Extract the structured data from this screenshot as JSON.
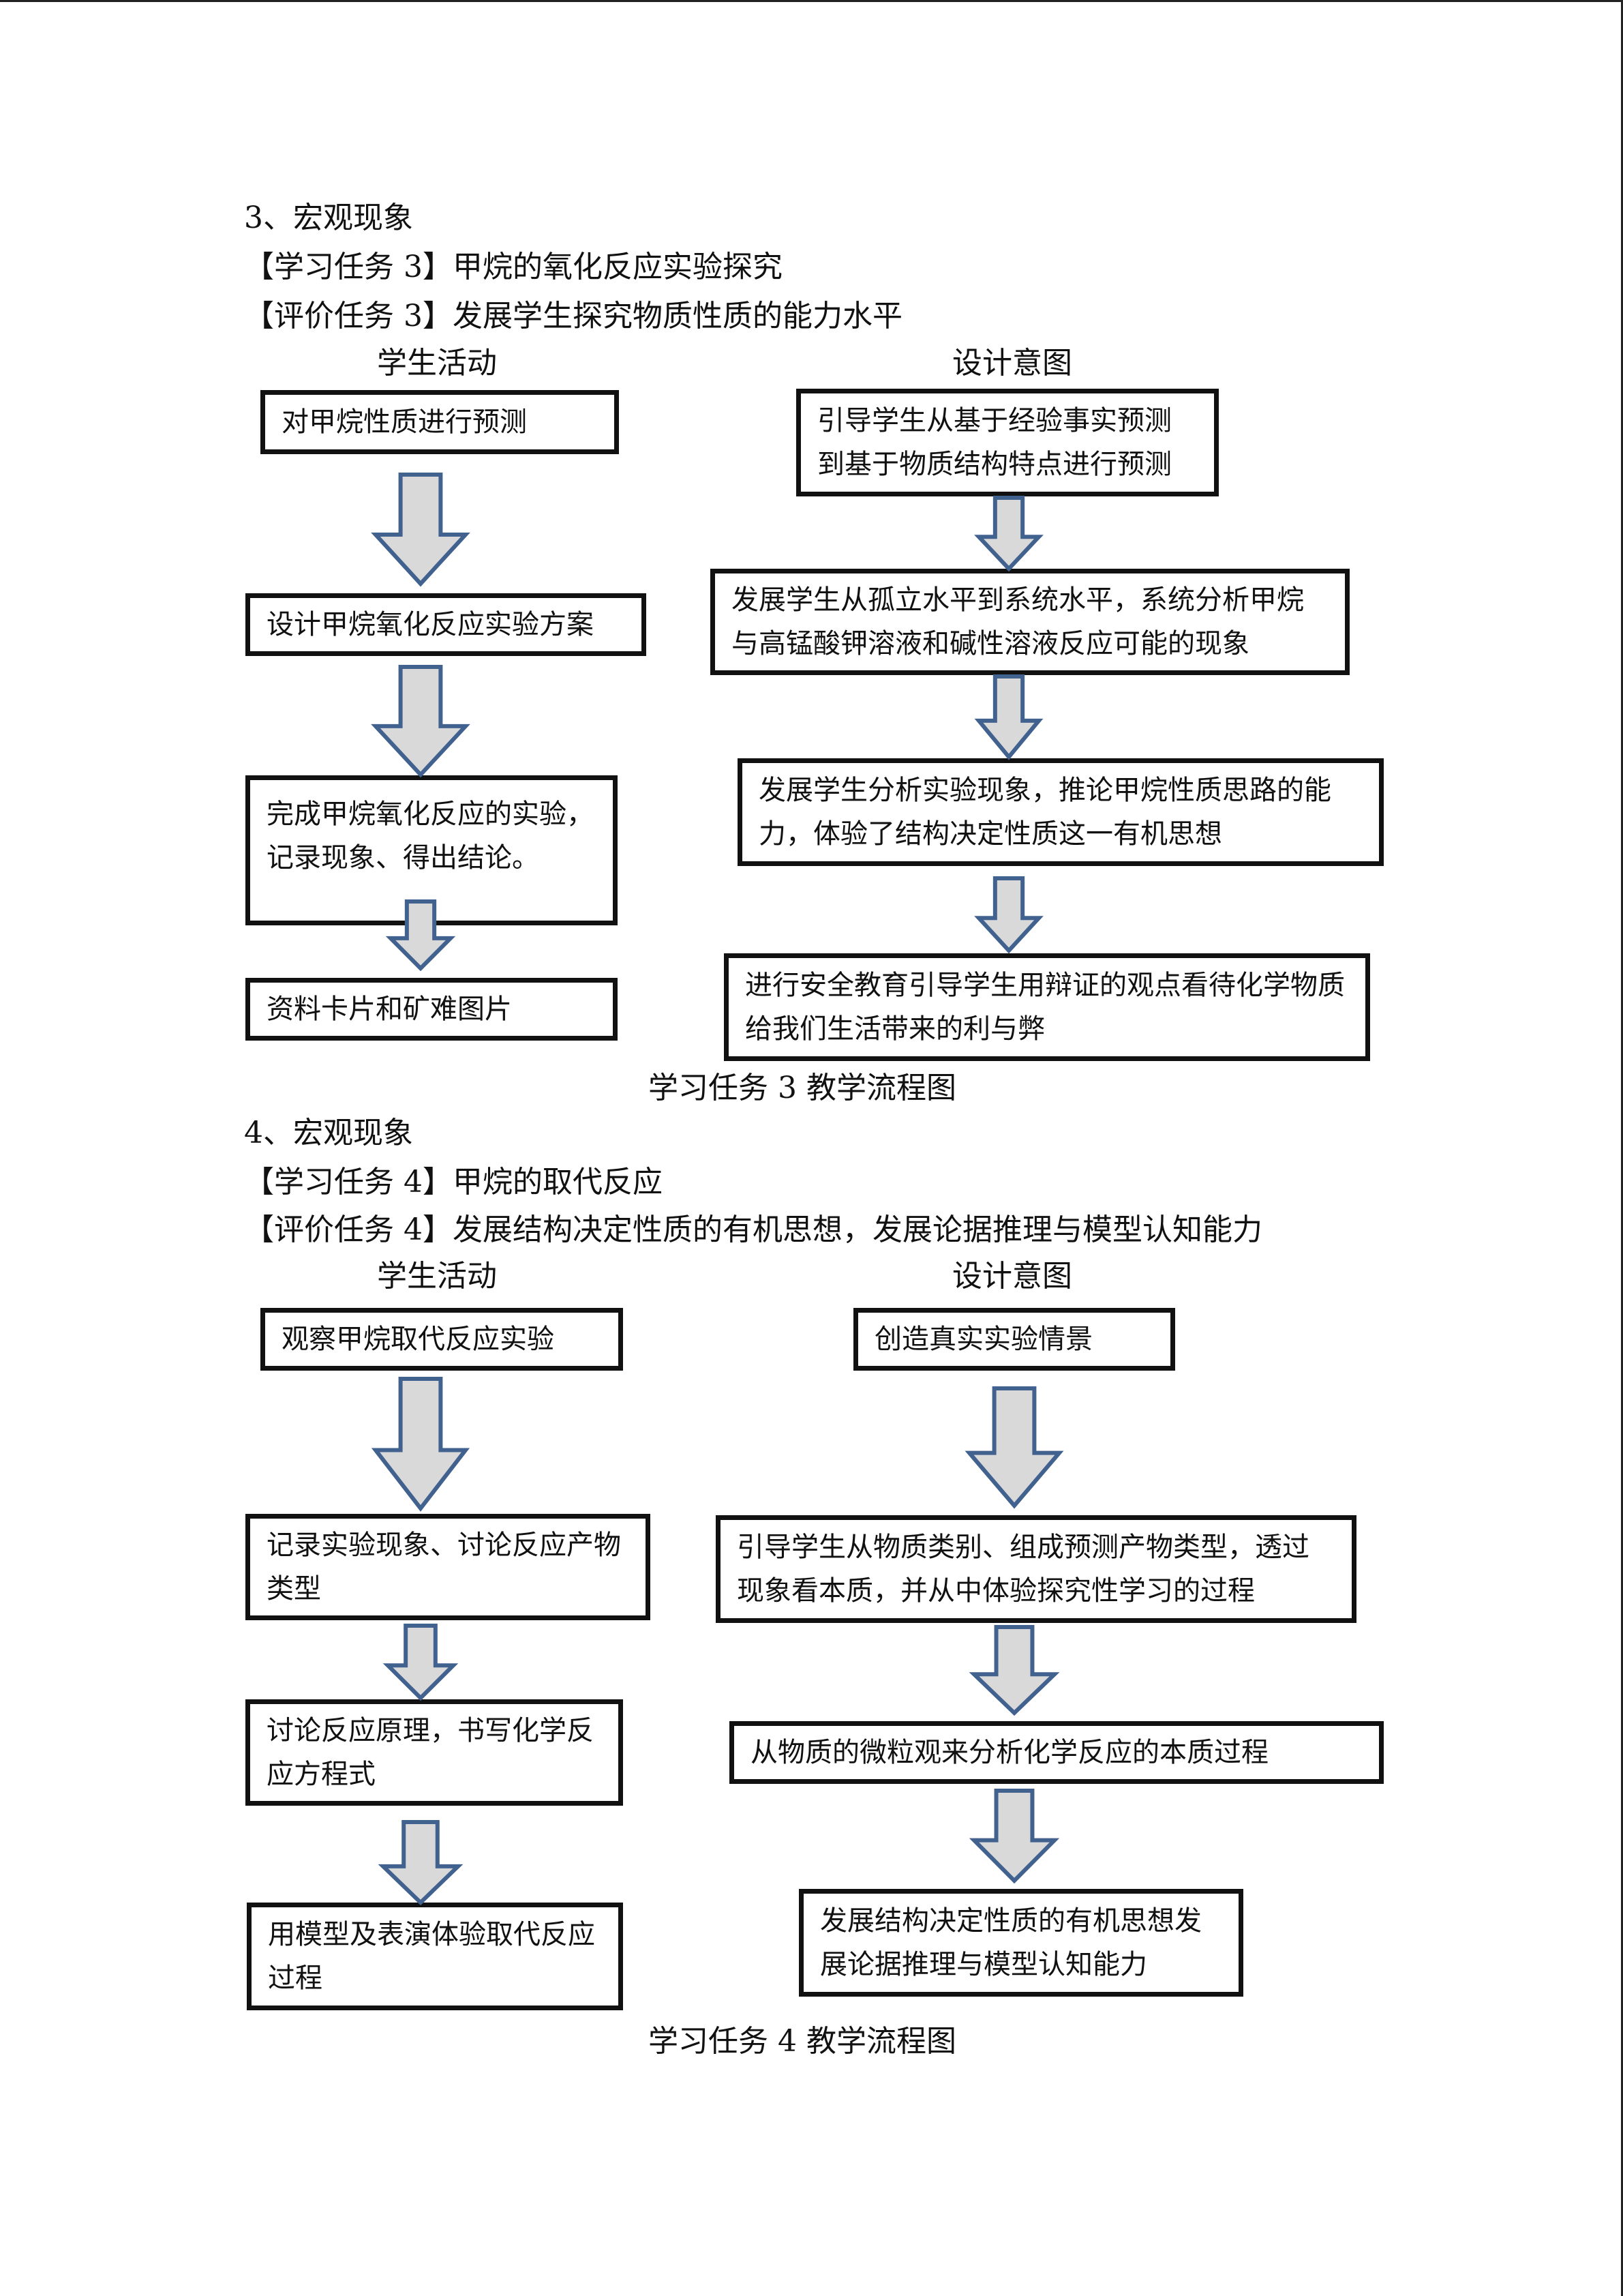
{
  "section3": {
    "heading": "3、宏观现象",
    "task": "【学习任务 3】甲烷的氧化反应实验探究",
    "eval": "【评价任务 3】发展学生探究物质性质的能力水平",
    "col_left": "学生活动",
    "col_right": "设计意图",
    "left_boxes": [
      "对甲烷性质进行预测",
      "设计甲烷氧化反应实验方案",
      "完成甲烷氧化反应的实验，记录现象、得出结论。",
      "资料卡片和矿难图片"
    ],
    "right_boxes": [
      "引导学生从基于经验事实预测到基于物质结构特点进行预测",
      "发展学生从孤立水平到系统水平，系统分析甲烷与高锰酸钾溶液和碱性溶液反应可能的现象",
      "发展学生分析实验现象，推论甲烷性质思路的能力，体验了结构决定性质这一有机思想",
      "进行安全教育引导学生用辩证的观点看待化学物质给我们生活带来的利与弊"
    ],
    "caption": "学习任务 3 教学流程图"
  },
  "section4": {
    "heading": "4、宏观现象",
    "task": "【学习任务 4】甲烷的取代反应",
    "eval": "【评价任务 4】发展结构决定性质的有机思想，发展论据推理与模型认知能力",
    "col_left": "学生活动",
    "col_right": "设计意图",
    "left_boxes": [
      "观察甲烷取代反应实验",
      "记录实验现象、讨论反应产物类型",
      "讨论反应原理，书写化学反应方程式",
      "用模型及表演体验取代反应过程"
    ],
    "right_boxes": [
      "创造真实实验情景",
      "引导学生从物质类别、组成预测产物类型，透过现象看本质，并从中体验探究性学习的过程",
      "从物质的微粒观来分析化学反应的本质过程",
      "发展结构决定性质的有机思想发展论据推理与模型认知能力"
    ],
    "caption": "学习任务 4 教学流程图"
  },
  "colors": {
    "arrow_fill": "#d9d9d9",
    "arrow_stroke": "#41618f",
    "box_border": "#111111"
  },
  "icons": {
    "flow_arrow": "down-arrow-icon"
  }
}
